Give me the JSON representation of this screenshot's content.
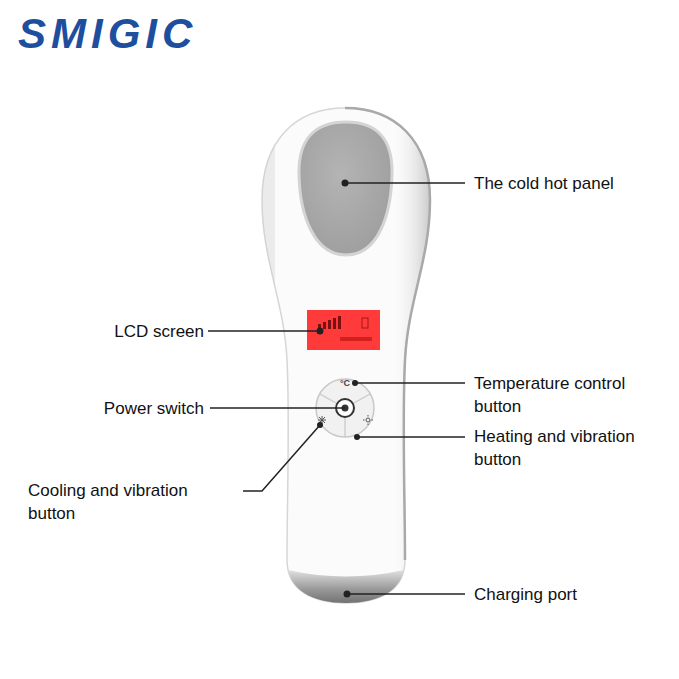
{
  "diagram": {
    "labels": [
      "SMIGIC",
      "The cold hot panel",
      "LCD screen",
      "Temperature control button",
      "Power switch",
      "Heating and vibration button",
      "Cooling and vibration button",
      "Charging port",
      "°C"
    ]
  }
}
